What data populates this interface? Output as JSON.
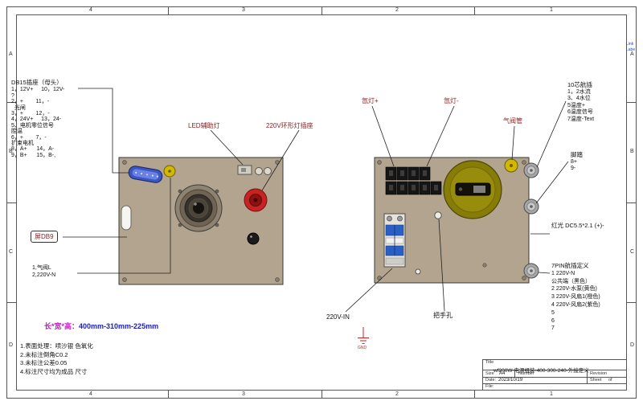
{
  "frame": {
    "zones_top": [
      "4",
      "3",
      "2",
      "1"
    ],
    "zones_bottom": [
      "4",
      "3",
      "2",
      "1"
    ],
    "zones_left": [
      "A",
      "B",
      "C",
      "D"
    ],
    "zones_right": [
      "A",
      "B",
      "C",
      "D"
    ],
    "corner_link": "Link",
    "corner_label": "Labe"
  },
  "left": {
    "db15_title": "DB15插座（母头）",
    "db15_lines": [
      "1，12V+     10，12V-",
      "?",
      "2，+        11，-",
      "  光闸",
      "3，+        12，-",
      "4，24V+     13，24-",
      "5、电机零位信号",
      "腔温",
      "6，+        7，-",
      "扩束电机",
      "8，A+      14，A-",
      "9，B+      15，B-,"
    ],
    "screen_db9": "屏DB9",
    "air_valve_1": "1,气阀L",
    "air_valve_2": "2,220V-N",
    "led_aux": "LED辅助灯",
    "ring_socket": "220V环形灯插座"
  },
  "right": {
    "xenon_plus": "氙灯+",
    "xenon_minus": "氙灯-",
    "air_tube": "气阀管",
    "plug10_title": "10芯航插",
    "plug10_lines": [
      "1，2水流",
      "3、4水位",
      "5温度+",
      "6温度信号",
      "7温度-Text"
    ],
    "pedal_title": "脚踏",
    "pedal_lines": [
      "8+",
      "9-"
    ],
    "red_light": "红光 DC5.5*2.1 (+)-",
    "plug7_title": "7PIN航插定义",
    "plug7_lines": [
      "1 220V-N",
      "公共端（黑色）",
      "2 220V-水泵(黄色)",
      "3 220V-风扇1(橙色)",
      "4 220V-风扇2(紫色)",
      "5",
      "6",
      "7"
    ],
    "v220_in": "220V-IN",
    "handle_hole": "把手孔",
    "gnd": "GND"
  },
  "bottom": {
    "dim_prefix": "长*宽*高：",
    "dim_value": "400mm-310mm-225mm",
    "notes": [
      "1.表面处理：喷沙银  色氧化",
      "2.未标注倒角C0.2",
      "3.未标注公差0.05",
      "4.标注尺寸均为成品  尺寸"
    ]
  },
  "title_block": {
    "title_label": "Title",
    "title": "wf200W-电源组装-400-300-240-外接定义",
    "size_label": "Size",
    "size": "A4",
    "number_label": "Number",
    "revision_label": "Revision",
    "date_label": "Date:",
    "date": "2023/10/19",
    "sheet_label": "Sheet",
    "of_label": "of",
    "file_label": "File:"
  },
  "colors": {
    "panel": "#b3a48f",
    "label_red": "#8a1f1f",
    "dim_magenta": "#c21ec2",
    "dim_blue": "#1a1acc",
    "button_red": "#c62323",
    "fan_olive": "#877c08",
    "db15_blue": "#3b55c4",
    "port_yellow": "#d2b800"
  }
}
